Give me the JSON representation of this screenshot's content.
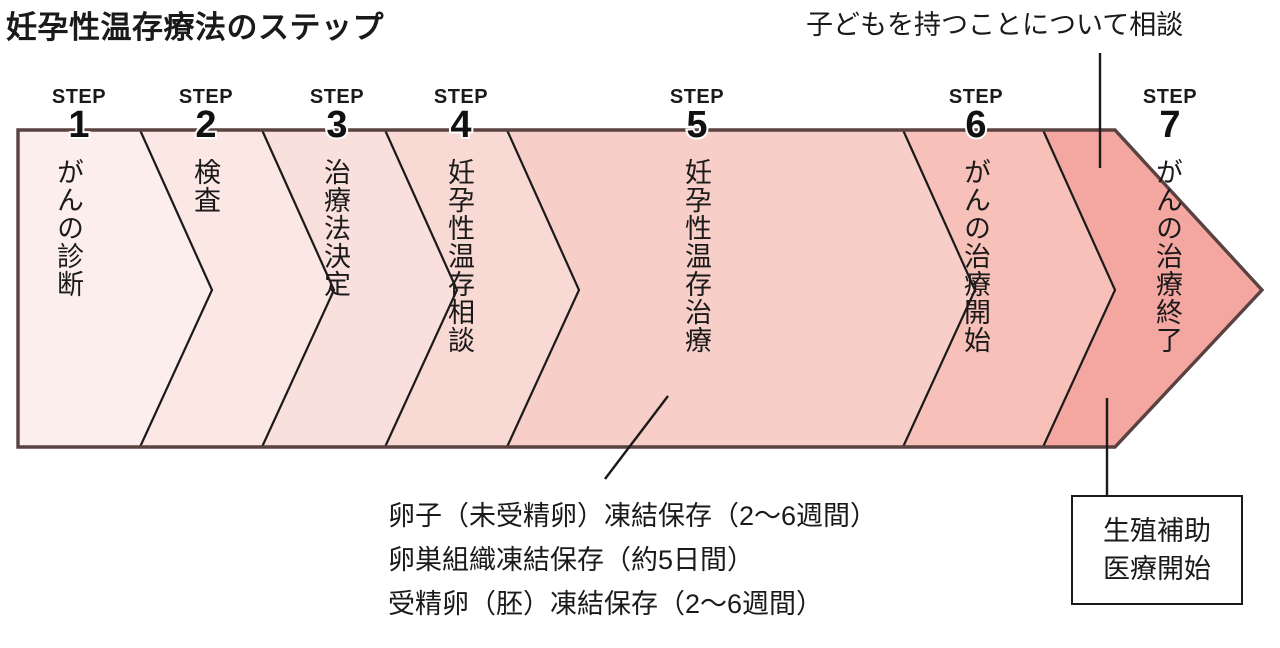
{
  "title": "妊孕性温存療法のステップ",
  "step_word": "STEP",
  "steps": [
    {
      "number": "1",
      "label": "がんの診断",
      "color": "#fbeeed"
    },
    {
      "number": "2",
      "label": "検査",
      "color": "#fbe7e4"
    },
    {
      "number": "3",
      "label": "治療法決定",
      "color": "#fae0dc"
    },
    {
      "number": "4",
      "label": "妊孕性温存相談",
      "color": "#f9d9d3"
    },
    {
      "number": "5",
      "label": "妊孕性温存治療",
      "color": "#f8cfc8"
    },
    {
      "number": "6",
      "label": "がんの治療開始",
      "color": "#f7c0b9"
    },
    {
      "number": "7",
      "label": "がんの治療終了",
      "color": "#f4a7a1"
    }
  ],
  "callout_top": "子どもを持つことについて相談",
  "notes": [
    "卵子（未受精卵）凍結保存（2〜6週間）",
    "卵巣組織凍結保存（約5日間）",
    "受精卵（胚）凍結保存（2〜6週間）"
  ],
  "side_box": {
    "line1": "生殖補助",
    "line2": "医療開始"
  },
  "colors": {
    "outline": "#5a4240",
    "divider": "#1a1a1a",
    "text": "#1a1a1a"
  }
}
